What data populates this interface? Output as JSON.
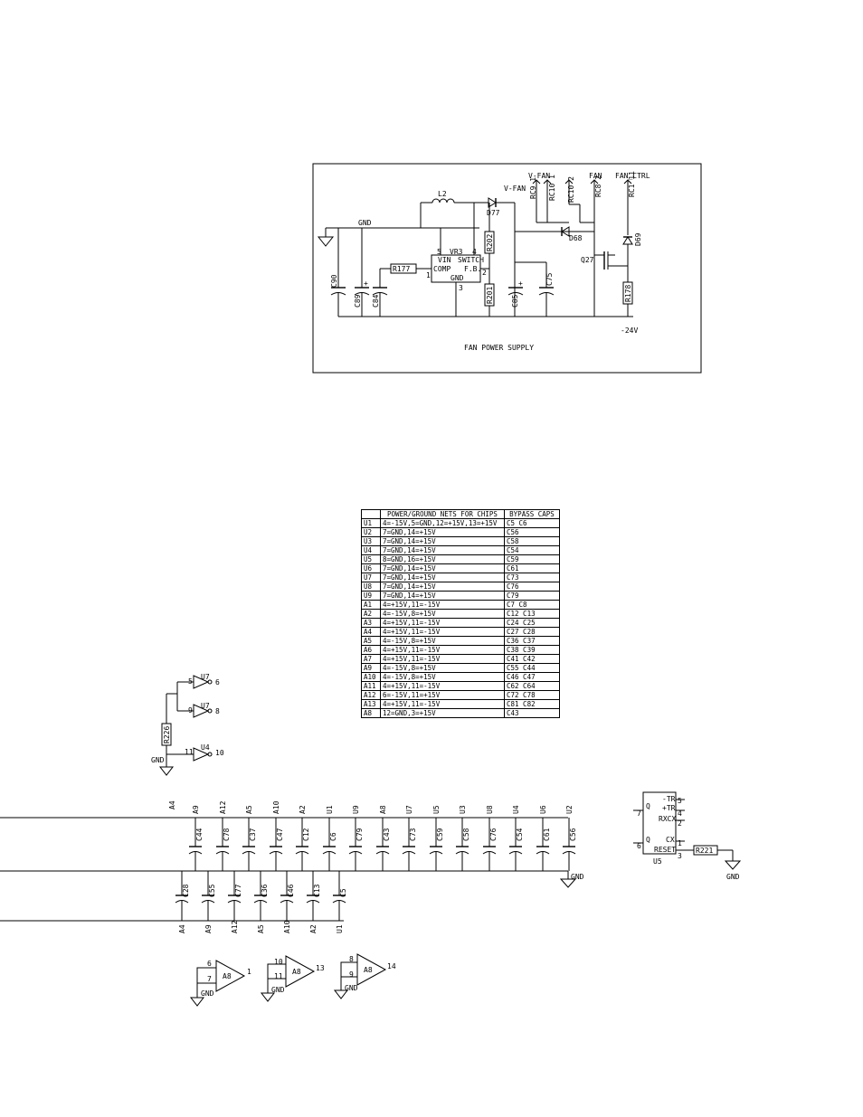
{
  "fan_power_supply": {
    "title": "FAN POWER SUPPLY",
    "ports": [
      "V-FAN",
      "FAN",
      "FAN_CTRL"
    ],
    "port_refs": [
      "RC9 1",
      "RC10 1",
      "RC10 2",
      "RC8 2",
      "RC1 11"
    ],
    "nets": {
      "vfan_inner": "V-FAN",
      "gnd": "GND",
      "neg24": "-24V"
    },
    "components": {
      "inductor": "L2",
      "diode_top": "D77",
      "diode_mid": "D68",
      "diode_right": "D69",
      "transistor": "Q27",
      "regulator": "VR3",
      "regulator_pins": [
        "VIN",
        "SWITCH",
        "COMP",
        "F.B.",
        "GND"
      ],
      "regulator_pin_numbers": [
        "5",
        "4",
        "1",
        "2",
        "3"
      ],
      "resistors": [
        "R177",
        "R202",
        "R201",
        "R178"
      ],
      "capacitors": [
        "C90",
        "C89",
        "C84",
        "C85",
        "C75"
      ]
    },
    "polarity_mark": "+"
  },
  "bypass_table": {
    "headers": [
      "",
      "POWER/GROUND NETS FOR CHIPS",
      "BYPASS CAPS"
    ],
    "rows": [
      [
        "U1",
        "4=-15V,5=GND,12=+15V,13=+15V",
        "C5  C6"
      ],
      [
        "U2",
        "7=GND,14=+15V",
        "C56"
      ],
      [
        "U3",
        "7=GND,14=+15V",
        "C58"
      ],
      [
        "U4",
        "7=GND,14=+15V",
        "C54"
      ],
      [
        "U5",
        "8=GND,16=+15V",
        "C59"
      ],
      [
        "U6",
        "7=GND,14=+15V",
        "C61"
      ],
      [
        "U7",
        "7=GND,14=+15V",
        "C73"
      ],
      [
        "U8",
        "7=GND,14=+15V",
        "C76"
      ],
      [
        "U9",
        "7=GND,14=+15V",
        "C79"
      ],
      [
        "A1",
        "4=+15V,11=-15V",
        "C7  C8"
      ],
      [
        "A2",
        "4=-15V,8=+15V",
        "C12  C13"
      ],
      [
        "A3",
        "4=+15V,11=-15V",
        "C24  C25"
      ],
      [
        "A4",
        "4=+15V,11=-15V",
        "C27  C28"
      ],
      [
        "A5",
        "4=-15V,8=+15V",
        "C36  C37"
      ],
      [
        "A6",
        "4=+15V,11=-15V",
        "C38  C39"
      ],
      [
        "A7",
        "4=+15V,11=-15V",
        "C41  C42"
      ],
      [
        "A9",
        "4=-15V,8=+15V",
        "C55  C44"
      ],
      [
        "A10",
        "4=-15V,8=+15V",
        "C46  C47"
      ],
      [
        "A11",
        "4=+15V,11=-15V",
        "C62  C64"
      ],
      [
        "A12",
        "6=-15V,11=+15V",
        "C72  C78"
      ],
      [
        "A13",
        "4=+15V,11=-15V",
        "C81  C82"
      ],
      [
        "A8",
        "12=GND,3=+15V",
        "C43"
      ]
    ]
  },
  "inverters": {
    "resistor": "R226",
    "gnd": "GND",
    "gates": [
      {
        "ref": "U7",
        "in": "5",
        "out": "6"
      },
      {
        "ref": "U7",
        "in": "9",
        "out": "8"
      },
      {
        "ref": "U4",
        "in": "11",
        "out": "10"
      }
    ]
  },
  "bypass_bank": {
    "gnd": "GND",
    "top_caps": [
      {
        "chip": "A9",
        "cap": "C44"
      },
      {
        "chip": "A12",
        "cap": "C78"
      },
      {
        "chip": "A5",
        "cap": "C37"
      },
      {
        "chip": "A10",
        "cap": "C47"
      },
      {
        "chip": "A2",
        "cap": "C12"
      },
      {
        "chip": "U1",
        "cap": "C6"
      },
      {
        "chip": "U9",
        "cap": "C79"
      },
      {
        "chip": "A8",
        "cap": "C43"
      },
      {
        "chip": "U7",
        "cap": "C73"
      },
      {
        "chip": "U5",
        "cap": "C59"
      },
      {
        "chip": "U3",
        "cap": "C58"
      },
      {
        "chip": "U8",
        "cap": "C76"
      },
      {
        "chip": "U4",
        "cap": "C54"
      },
      {
        "chip": "U6",
        "cap": "C61"
      },
      {
        "chip": "U2",
        "cap": "C56"
      }
    ],
    "top_extra_label": "A4",
    "bottom_caps": [
      {
        "chip": "A4",
        "cap": "C28"
      },
      {
        "chip": "A9",
        "cap": "C55"
      },
      {
        "chip": "A12",
        "cap": "C77"
      },
      {
        "chip": "A5",
        "cap": "C36"
      },
      {
        "chip": "A10",
        "cap": "C46"
      },
      {
        "chip": "A2",
        "cap": "C13"
      },
      {
        "chip": "U1",
        "cap": "C5"
      }
    ]
  },
  "monostable": {
    "ref": "U5",
    "pins_left": [
      "7",
      "6"
    ],
    "pins_left_names": [
      "Q",
      "Q"
    ],
    "pins_right": [
      "5",
      "4",
      "2",
      "1",
      "3"
    ],
    "pin_names": [
      "-TR",
      "+TR",
      "RXCX",
      "CX",
      "RESET"
    ],
    "resistor": "R221",
    "gnd": "GND"
  },
  "opamps": {
    "gnd": "GND",
    "units": [
      {
        "ref": "A8",
        "inv": "6",
        "noninv": "7",
        "out": "1"
      },
      {
        "ref": "A8",
        "inv": "10",
        "noninv": "11",
        "out": "13"
      },
      {
        "ref": "A8",
        "inv": "8",
        "noninv": "9",
        "out": "14"
      }
    ]
  }
}
